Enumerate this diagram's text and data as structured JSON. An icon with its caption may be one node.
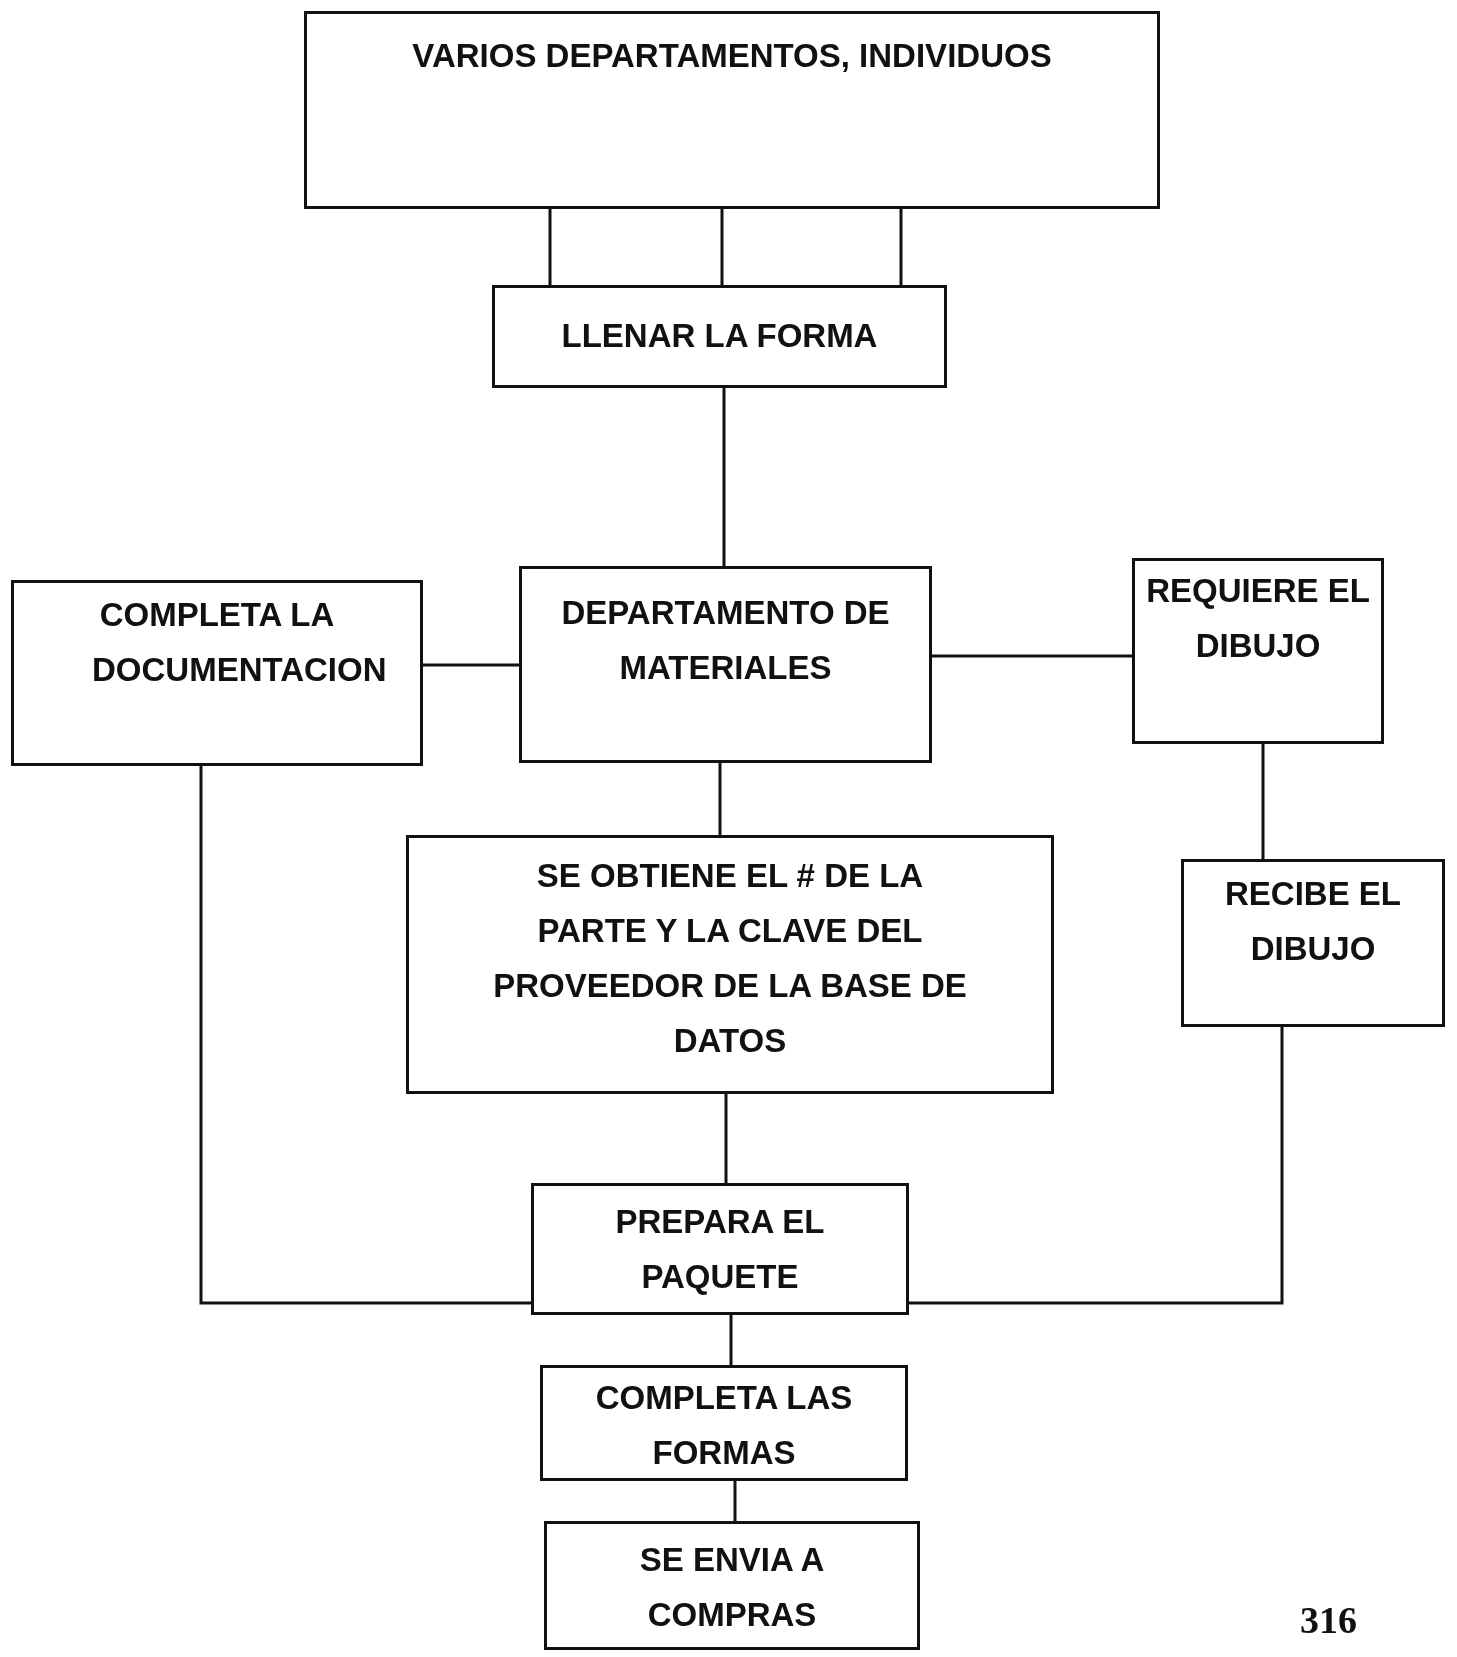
{
  "diagram": {
    "nodes": [
      {
        "text": [
          "VARIOS DEPARTAMENTOS, INDIVIDUOS"
        ]
      },
      {
        "text": [
          "LLENAR LA FORMA"
        ]
      },
      {
        "text": [
          "COMPLETA LA DOCUMENTACION"
        ]
      },
      {
        "text": [
          "DEPARTAMENTO DE MATERIALES"
        ]
      },
      {
        "text": [
          "REQUIERE EL DIBUJO"
        ]
      },
      {
        "text": [
          "SE OBTIENE EL # DE LA PARTE Y LA CLAVE DEL PROVEEDOR DE LA BASE DE DATOS"
        ]
      },
      {
        "text": [
          "RECIBE EL DIBUJO"
        ]
      },
      {
        "text": [
          "PREPARA EL PAQUETE"
        ]
      },
      {
        "text": [
          "COMPLETA LAS FORMAS"
        ]
      },
      {
        "text": [
          "SE ENVIA A COMPRAS"
        ]
      }
    ],
    "edges": [
      {
        "from": 0,
        "to": 1,
        "arrow": "none"
      },
      {
        "from": 0,
        "to": 1,
        "arrow": "none"
      },
      {
        "from": 0,
        "to": 1,
        "arrow": "none"
      },
      {
        "from": 1,
        "to": 3,
        "arrow": "none"
      },
      {
        "from": 3,
        "to": 2,
        "arrow": "none"
      },
      {
        "from": 3,
        "to": 4,
        "arrow": "none"
      },
      {
        "from": 3,
        "to": 5,
        "arrow": "none"
      },
      {
        "from": 4,
        "to": 6,
        "arrow": "none"
      },
      {
        "from": 5,
        "to": 7,
        "arrow": "none"
      },
      {
        "from": 2,
        "to": 7,
        "arrow": "none"
      },
      {
        "from": 6,
        "to": 7,
        "arrow": "none"
      },
      {
        "from": 7,
        "to": 8,
        "arrow": "none"
      },
      {
        "from": 8,
        "to": 9,
        "arrow": "none"
      }
    ],
    "labels": [
      "316"
    ]
  }
}
